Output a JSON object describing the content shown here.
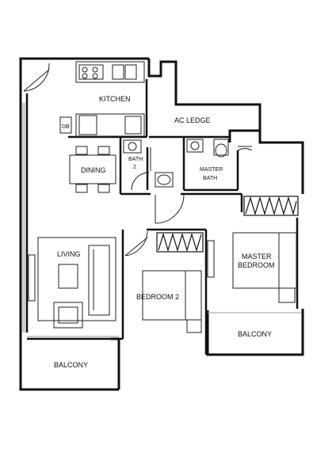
{
  "floor_plan": {
    "rooms": {
      "kitchen": "KITCHEN",
      "ac_ledge": "AC LEDGE",
      "db": "DB",
      "dining": "DINING",
      "bath2_line1": "BATH",
      "bath2_line2": "2",
      "master_bath_line1": "MASTER",
      "master_bath_line2": "BATH",
      "living": "LIVING",
      "bedroom2": "BEDROOM 2",
      "master_bedroom_line1": "MASTER",
      "master_bedroom_line2": "BEDROOM",
      "balcony_left": "BALCONY",
      "balcony_right": "BALCONY"
    },
    "colors": {
      "wall": "#111111",
      "line": "#222222",
      "glass": "#9a9a9a",
      "background": "#ffffff"
    }
  }
}
